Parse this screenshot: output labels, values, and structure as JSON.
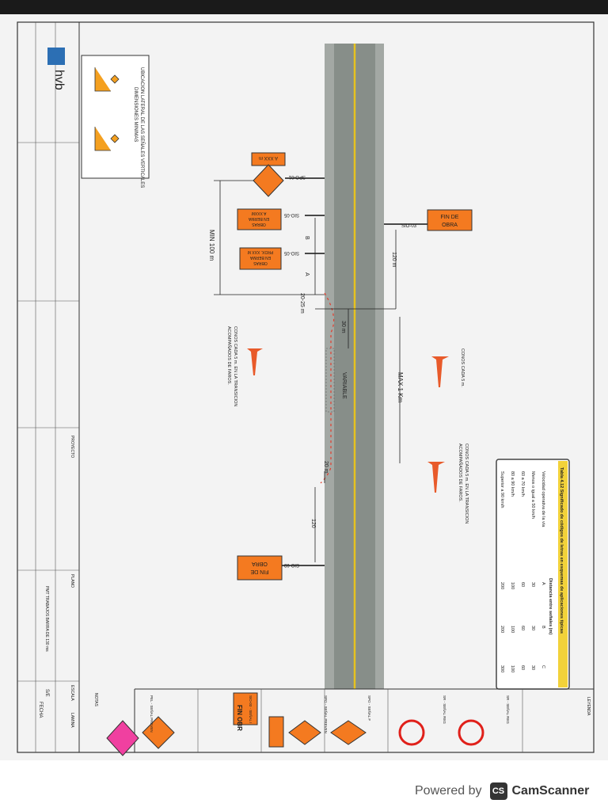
{
  "colors": {
    "sign_orange": "#f47a20",
    "road": "#8e9590",
    "center_line": "#e6c21f",
    "table_header": "#f2d23a",
    "cone_red": "#e53a2a"
  },
  "title_block": {
    "logo": "hvb",
    "project_label": "PROYECTO",
    "plan_label": "PLANO",
    "scale_label": "ESCALA",
    "date_label": "FECHA",
    "sheet_label": "LAMINA",
    "plan_title": "PMT TRABAJOS BARRA DE 130 ms",
    "scale_value": "S/E"
  },
  "inset": {
    "title": "UBICACION LATERAL DE LAS SEÑALES VERTICALES",
    "subtitle": "DIMENSIONES MINIMAS"
  },
  "signs": {
    "spo01": {
      "text": "A XXX m",
      "code": "SPO-01"
    },
    "sio05a": {
      "line1": "OBRAS",
      "line2": "EN BERMA",
      "line3": "A XXXM",
      "code": "SIO-05"
    },
    "sio05b": {
      "line1": "OBRAS",
      "line2": "EN BERMA",
      "line3": "PROX. XXX M",
      "code": "SIO-05"
    },
    "fin_top": {
      "line1": "FIN DE",
      "line2": "OBRA",
      "code": "SIO-03"
    },
    "fin_bottom": {
      "line1": "FIN DE",
      "line2": "OBRA",
      "code": "SIO-03"
    }
  },
  "dimensions": {
    "min100": "MIN 100 m",
    "b": "B",
    "a": "A",
    "d2025": "20-25 m",
    "d30": "30 m",
    "variable": "VARIABLE",
    "max1km": "MAX 1 Km",
    "d20": "20 m",
    "d120a": "120 m",
    "d120b": "120"
  },
  "notes": {
    "cones_right": "CONOS CADA 5 m.",
    "cones_right_transition_1": "CONOS CADA 5 m. EN LA TRANSICION",
    "cones_right_transition_2": "ACOMPAÑADOS DE FAROS.",
    "cones_left_1": "CONOS CADA 5 m. EN LA TRANSICION",
    "cones_left_2": "ACOMPAÑADOS DE FAROS."
  },
  "table": {
    "title": "Tabla 4.12 Significado de códigos de letras en esquemas de aplicaciones típicas",
    "group_header": "Distancia entre señales (m)",
    "columns": [
      "Velocidad operativa de la vía",
      "A",
      "B",
      "C"
    ],
    "rows": [
      [
        "Menos o igual a 50 km/h",
        "30",
        "30",
        "30"
      ],
      [
        "60 a 70 km/h",
        "60",
        "60",
        "60"
      ],
      [
        "80 a 90 km/h",
        "100",
        "100",
        "100"
      ],
      [
        "Superior a 90 km/h",
        "200",
        "200",
        "300"
      ]
    ]
  },
  "legend": {
    "title": "LEYENDA",
    "items": [
      "SR - SEÑAL REG",
      "SR - SEÑAL REG",
      "SPO - SEÑAL F",
      "SPO - SEÑAL PREVEN",
      "SIO-03 - SEÑAL I",
      "PEL - SEÑAL PREVEN"
    ],
    "fin_sign": "FIN OBR",
    "notes_label": "NOTAS"
  },
  "footer": {
    "powered_by": "Powered by",
    "brand": "CamScanner",
    "brand_icon": "CS"
  }
}
